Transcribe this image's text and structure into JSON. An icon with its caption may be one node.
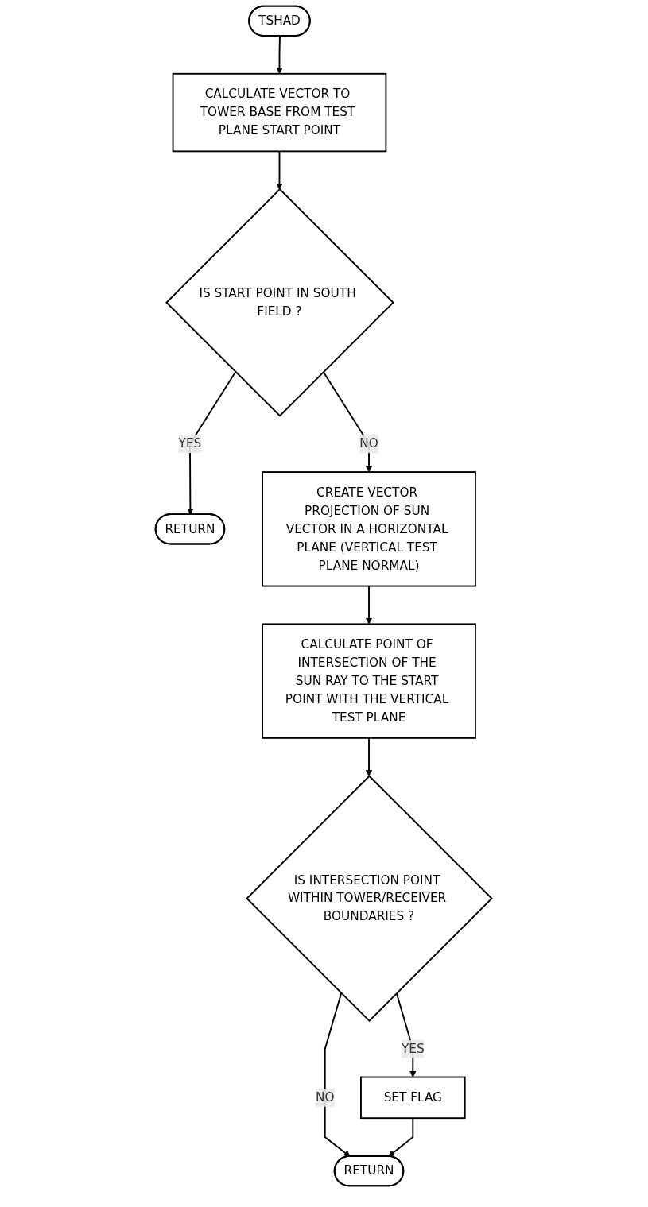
{
  "diagram": {
    "nodes": [
      {
        "text": [
          "TSHAD"
        ]
      },
      {
        "text": [
          "CALCULATE VECTOR TO TOWER BASE FROM TEST PLANE START POINT"
        ]
      },
      {
        "text": [
          "IS START POINT IN SOUTH FIELD ?"
        ]
      },
      {
        "text": [
          "RETURN"
        ]
      },
      {
        "text": [
          "CREATE VECTOR PROJECTION OF SUN VECTOR IN A HORIZONTAL PLANE (VERTICAL TEST PLANE NORMAL)"
        ]
      },
      {
        "text": [
          "CALCULATE POINT OF INTERSECTION OF THE SUN RAY TO THE START POINT WITH THE VERTICAL TEST PLANE"
        ]
      },
      {
        "text": [
          "IS INTERSECTION POINT WITHIN TOWER/RECEIVER BOUNDARIES ?"
        ]
      },
      {
        "text": [
          "SET FLAG"
        ]
      },
      {
        "text": [
          "RETURN"
        ]
      }
    ],
    "edges": [
      {
        "from": 0,
        "to": 1,
        "arrow": "to"
      },
      {
        "from": 1,
        "to": 2,
        "arrow": "to"
      },
      {
        "from": 2,
        "to": 3,
        "label": "YES",
        "arrow": "to"
      },
      {
        "from": 2,
        "to": 4,
        "label": "NO",
        "arrow": "to"
      },
      {
        "from": 4,
        "to": 5,
        "arrow": "to"
      },
      {
        "from": 5,
        "to": 6,
        "arrow": "to"
      },
      {
        "from": 6,
        "to": 7,
        "label": "YES",
        "arrow": "to"
      },
      {
        "from": 6,
        "to": 8,
        "label": "NO",
        "arrow": "to"
      },
      {
        "from": 7,
        "to": 8,
        "arrow": "to"
      }
    ]
  }
}
